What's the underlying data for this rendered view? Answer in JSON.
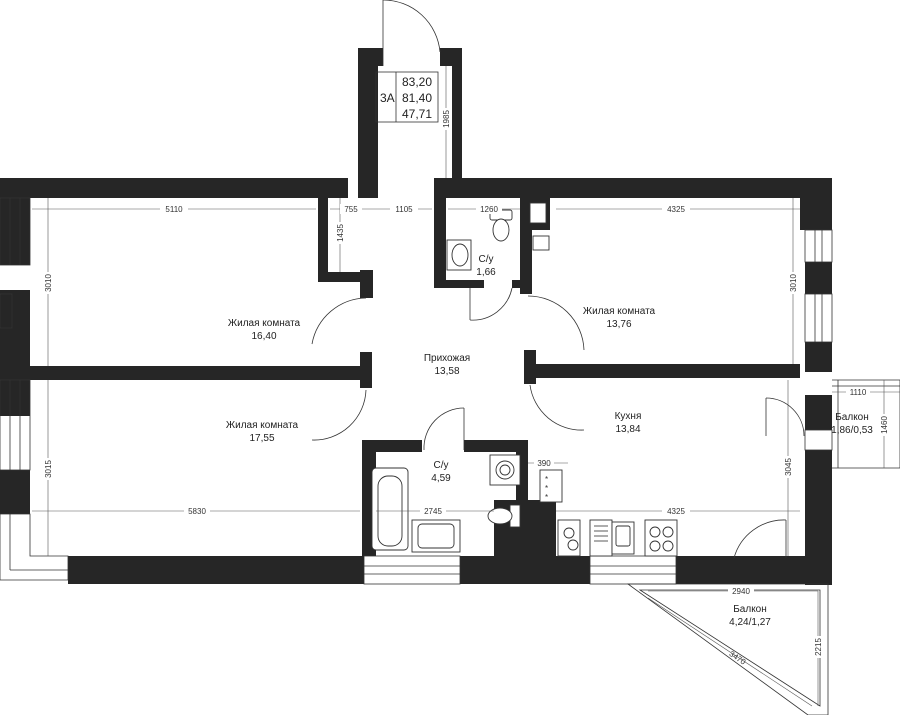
{
  "apartment": {
    "type": "3А",
    "area_total": "83,20",
    "area_heated": "81,40",
    "area_living": "47,71"
  },
  "rooms": {
    "living1": {
      "name": "Жилая комната",
      "area": "16,40"
    },
    "living2": {
      "name": "Жилая комната",
      "area": "17,55"
    },
    "living3": {
      "name": "Жилая комната",
      "area": "13,76"
    },
    "hall": {
      "name": "Прихожая",
      "area": "13,58"
    },
    "wc_small": {
      "name": "С/у",
      "area": "1,66"
    },
    "bath": {
      "name": "С/у",
      "area": "4,59"
    },
    "kitchen": {
      "name": "Кухня",
      "area": "13,84"
    },
    "balcony_small": {
      "name": "Балкон",
      "area": "1,86/0,53"
    },
    "balcony_big": {
      "name": "Балкон",
      "area": "4,24/1,27"
    }
  },
  "dimensions": {
    "d5110": "5110",
    "d3010_left": "3010",
    "d755": "755",
    "d1105": "1105",
    "d1435": "1435",
    "d1260": "1260",
    "d1985": "1985",
    "d4325_top": "4325",
    "d3010_right": "3010",
    "d1110": "1110",
    "d1460": "1460",
    "d3015": "3015",
    "d5830": "5830",
    "d2745": "2745",
    "d390": "390",
    "d4325_bottom": "4325",
    "d3045": "3045",
    "d2940": "2940",
    "d2215": "2215",
    "d3470": "3470"
  }
}
